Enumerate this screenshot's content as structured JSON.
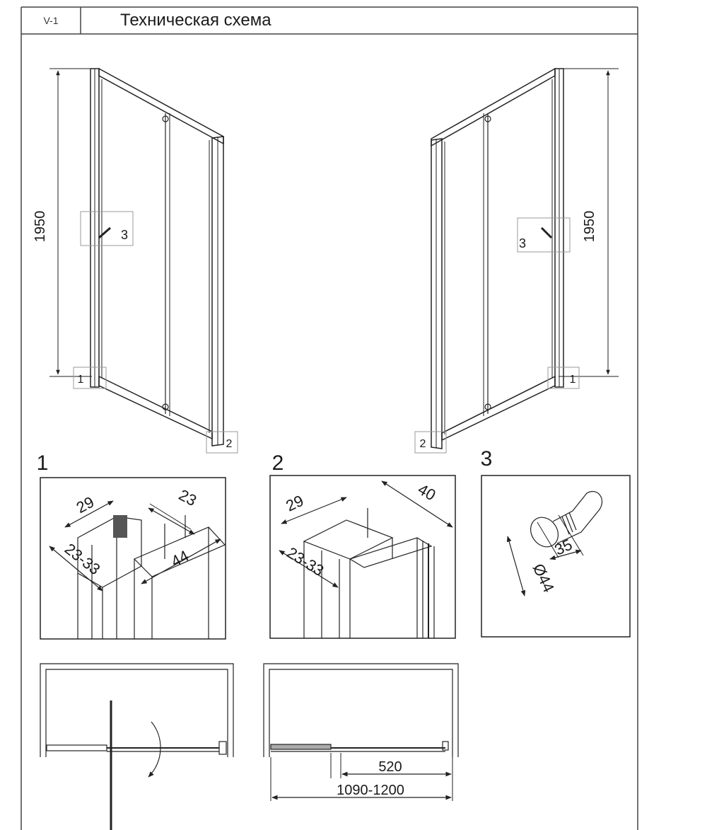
{
  "header": {
    "code": "V-1",
    "title": "Техническая схема"
  },
  "elevations": {
    "height_dim": "1950",
    "callout_bottom": "1",
    "callout_corner": "2",
    "callout_handle": "3"
  },
  "details": {
    "detail_1": {
      "number": "1",
      "dim_depth": "29",
      "dim_top": "23",
      "dim_range": "23-33",
      "dim_width": "44"
    },
    "detail_2": {
      "number": "2",
      "dim_depth": "29",
      "dim_width": "40",
      "dim_range": "23-33"
    },
    "detail_3": {
      "number": "3",
      "dim_length": "35",
      "dim_diameter": "Ø44"
    }
  },
  "plans": {
    "opening_dim": "520",
    "total_dim": "1090-1200"
  }
}
